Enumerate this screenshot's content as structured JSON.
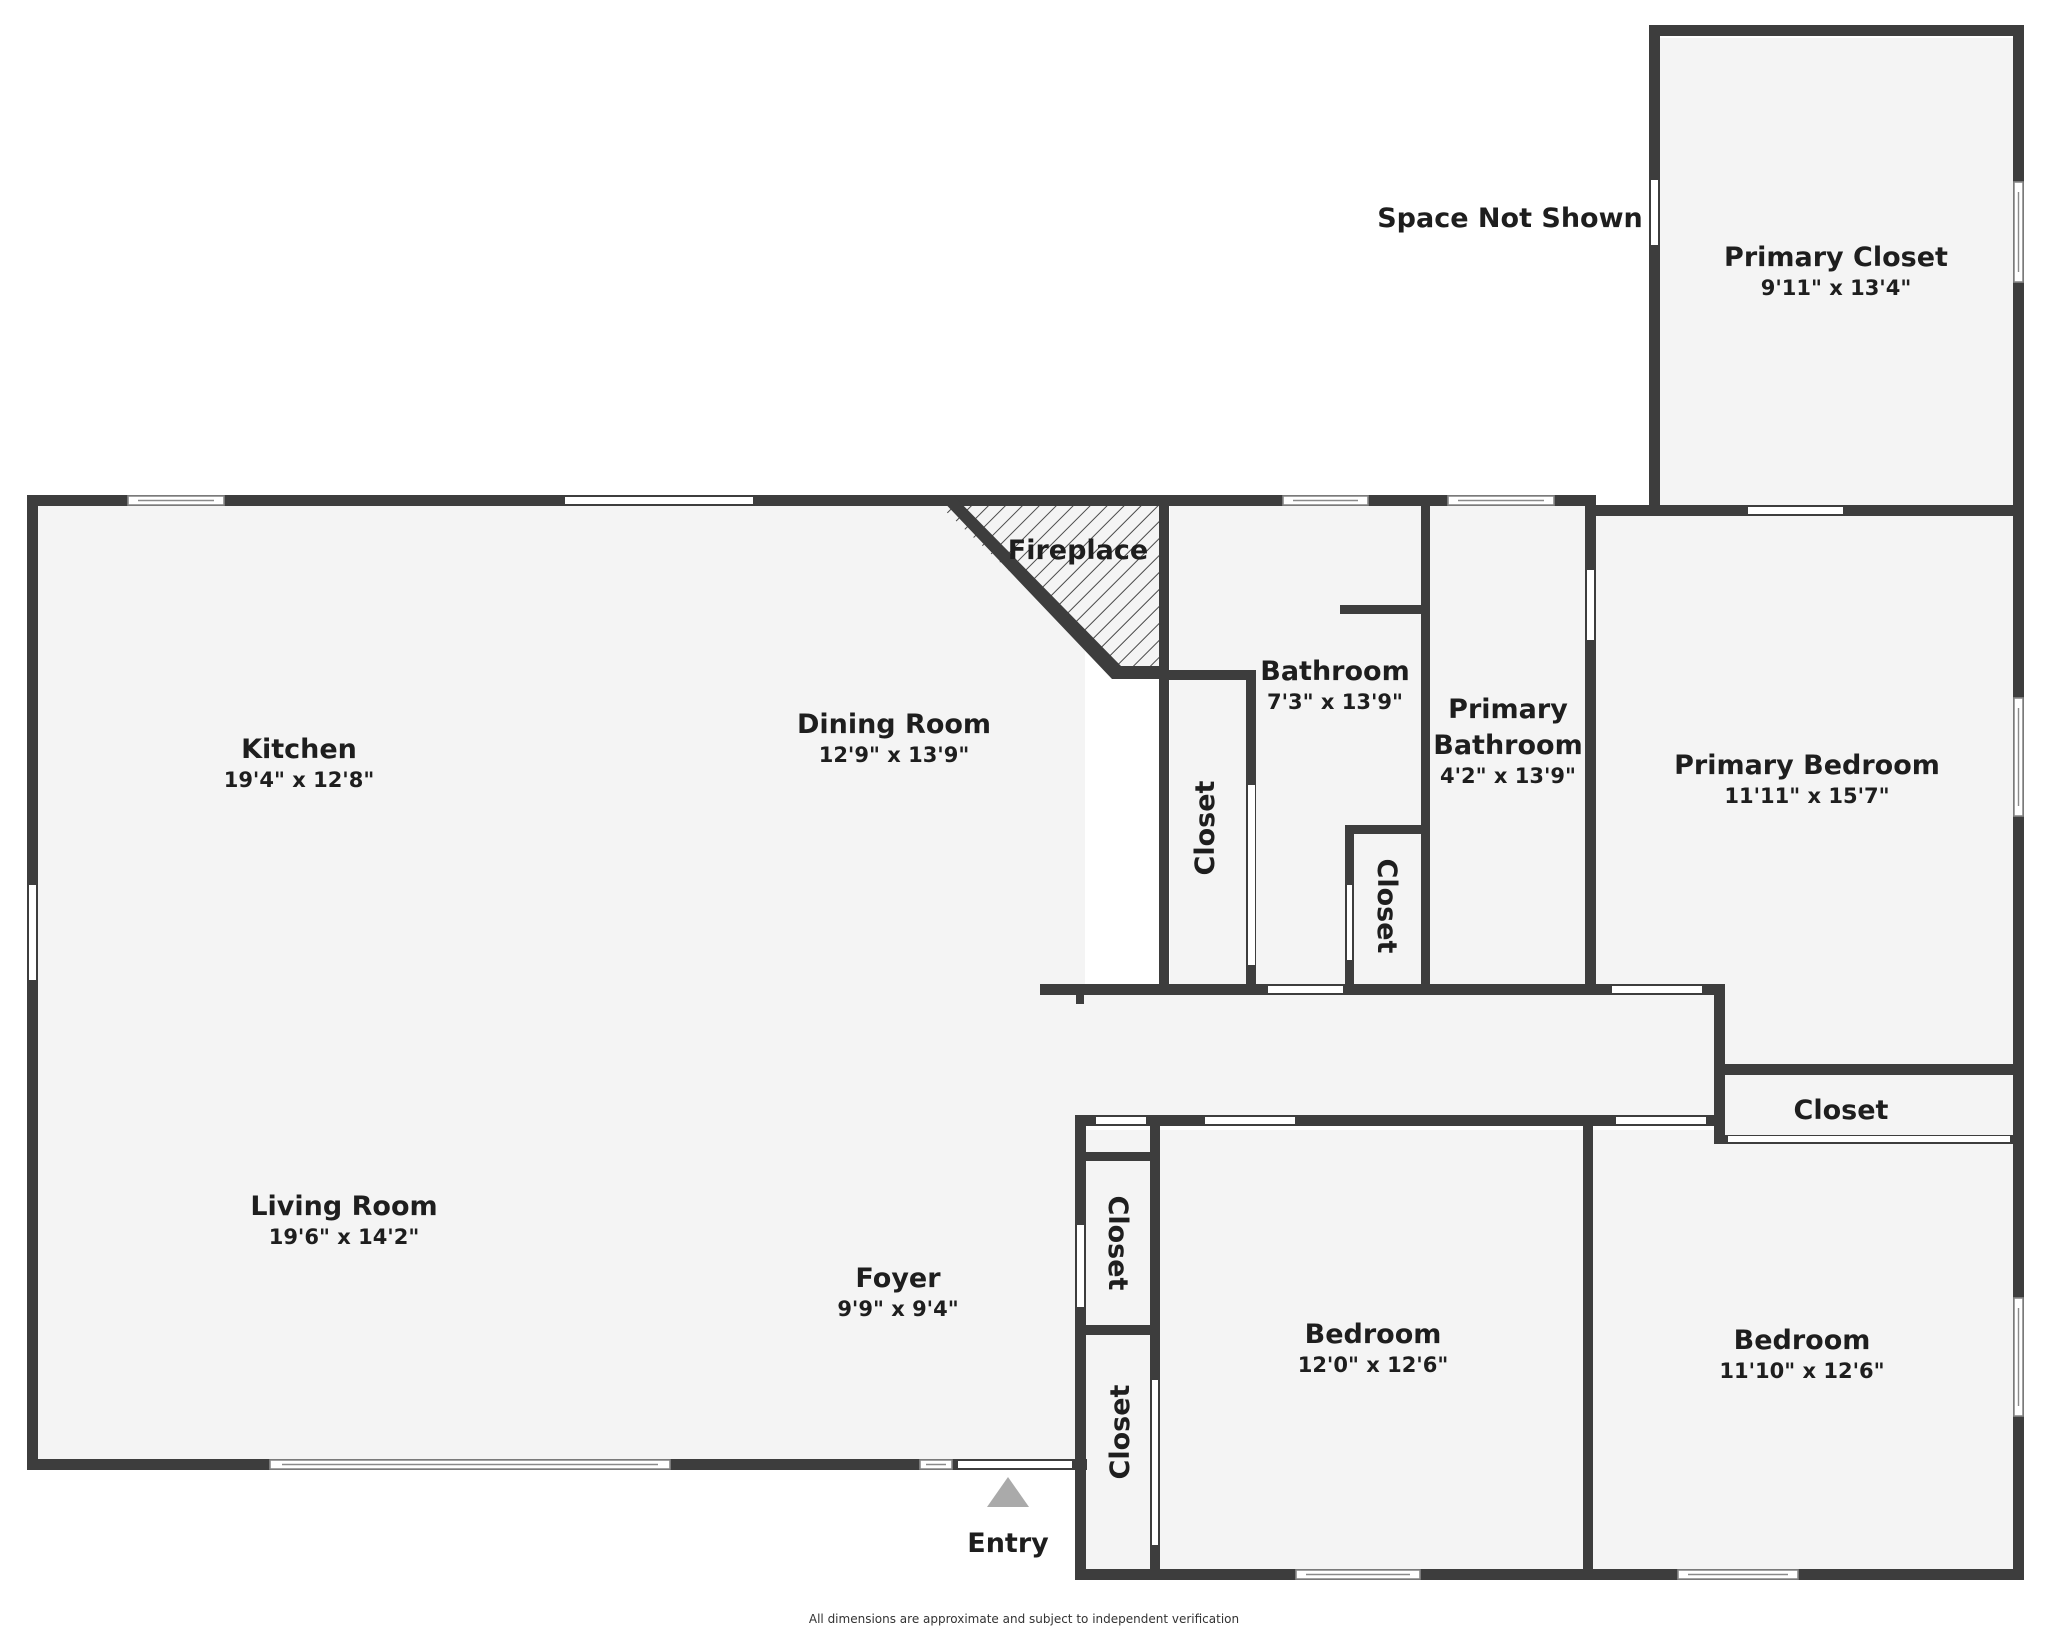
{
  "rooms": {
    "kitchen": {
      "name": "Kitchen",
      "dims": "19'4\" x 12'8\""
    },
    "dining_room": {
      "name": "Dining Room",
      "dims": "12'9\" x 13'9\""
    },
    "living_room": {
      "name": "Living Room",
      "dims": "19'6\" x 14'2\""
    },
    "foyer": {
      "name": "Foyer",
      "dims": "9'9\" x 9'4\""
    },
    "bathroom": {
      "name": "Bathroom",
      "dims": "7'3\" x 13'9\""
    },
    "primary_bathroom": {
      "name_line1": "Primary",
      "name_line2": "Bathroom",
      "dims": "4'2\" x 13'9\""
    },
    "primary_bedroom": {
      "name": "Primary Bedroom",
      "dims": "11'11\" x 15'7\""
    },
    "primary_closet": {
      "name": "Primary Closet",
      "dims": "9'11\" x 13'4\""
    },
    "bedroom_1": {
      "name": "Bedroom",
      "dims": "12'0\" x 12'6\""
    },
    "bedroom_2": {
      "name": "Bedroom",
      "dims": "11'10\" x 12'6\""
    }
  },
  "closets": {
    "hall_closet": "Closet",
    "bath_closet": "Closet",
    "primary_bedroom_closet": "Closet",
    "foyer_closet_upper": "Closet",
    "foyer_closet_lower": "Closet"
  },
  "fireplace": "Fireplace",
  "entry": "Entry",
  "space_not_shown": "Space Not Shown",
  "disclaimer": "All dimensions are approximate and subject to independent verification",
  "colors": {
    "wall": "#3d3d3d",
    "floor": "#f4f4f4",
    "background": "#ffffff",
    "entry_marker": "#aaaaaa"
  }
}
